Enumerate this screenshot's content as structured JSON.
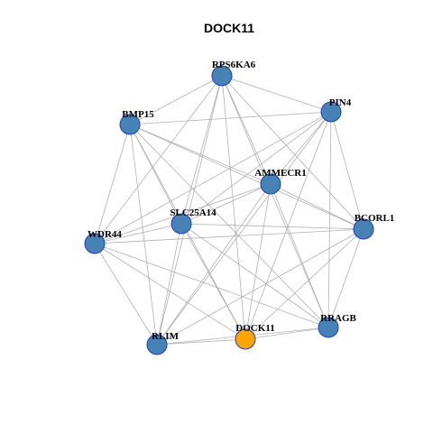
{
  "graph": {
    "title": "DOCK11",
    "colors": {
      "default_node": "#4682B4",
      "highlight_node": "#FFA500",
      "node_border": "#1F3FBF",
      "edge": "#B0B0B0"
    },
    "nodes": [
      {
        "id": "RPS6KA6",
        "label": "RPS6KA6",
        "highlight": false
      },
      {
        "id": "PIN4",
        "label": "PIN4",
        "highlight": false
      },
      {
        "id": "BMP15",
        "label": "BMP15",
        "highlight": false
      },
      {
        "id": "AMMECR1",
        "label": "AMMECR1",
        "highlight": false
      },
      {
        "id": "SLC25A14",
        "label": "SLC25A14",
        "highlight": false
      },
      {
        "id": "BCORL1",
        "label": "BCORL1",
        "highlight": false
      },
      {
        "id": "WDR44",
        "label": "WDR44",
        "highlight": false
      },
      {
        "id": "RRAGB",
        "label": "RRAGB",
        "highlight": false
      },
      {
        "id": "DOCK11",
        "label": "DOCK11",
        "highlight": true
      },
      {
        "id": "RLIM",
        "label": "RLIM",
        "highlight": false
      }
    ],
    "edges": [
      [
        "RPS6KA6",
        "PIN4"
      ],
      [
        "RPS6KA6",
        "BMP15"
      ],
      [
        "RPS6KA6",
        "AMMECR1"
      ],
      [
        "RPS6KA6",
        "SLC25A14"
      ],
      [
        "RPS6KA6",
        "BCORL1"
      ],
      [
        "RPS6KA6",
        "WDR44"
      ],
      [
        "RPS6KA6",
        "RRAGB"
      ],
      [
        "RPS6KA6",
        "DOCK11"
      ],
      [
        "RPS6KA6",
        "RLIM"
      ],
      [
        "PIN4",
        "BMP15"
      ],
      [
        "PIN4",
        "AMMECR1"
      ],
      [
        "PIN4",
        "SLC25A14"
      ],
      [
        "PIN4",
        "BCORL1"
      ],
      [
        "PIN4",
        "WDR44"
      ],
      [
        "PIN4",
        "RRAGB"
      ],
      [
        "PIN4",
        "DOCK11"
      ],
      [
        "PIN4",
        "RLIM"
      ],
      [
        "BMP15",
        "AMMECR1"
      ],
      [
        "BMP15",
        "SLC25A14"
      ],
      [
        "BMP15",
        "BCORL1"
      ],
      [
        "BMP15",
        "WDR44"
      ],
      [
        "BMP15",
        "RRAGB"
      ],
      [
        "BMP15",
        "DOCK11"
      ],
      [
        "BMP15",
        "RLIM"
      ],
      [
        "AMMECR1",
        "SLC25A14"
      ],
      [
        "AMMECR1",
        "BCORL1"
      ],
      [
        "AMMECR1",
        "WDR44"
      ],
      [
        "AMMECR1",
        "RRAGB"
      ],
      [
        "AMMECR1",
        "DOCK11"
      ],
      [
        "AMMECR1",
        "RLIM"
      ],
      [
        "SLC25A14",
        "BCORL1"
      ],
      [
        "SLC25A14",
        "WDR44"
      ],
      [
        "SLC25A14",
        "RRAGB"
      ],
      [
        "SLC25A14",
        "DOCK11"
      ],
      [
        "SLC25A14",
        "RLIM"
      ],
      [
        "BCORL1",
        "WDR44"
      ],
      [
        "BCORL1",
        "RRAGB"
      ],
      [
        "BCORL1",
        "DOCK11"
      ],
      [
        "BCORL1",
        "RLIM"
      ],
      [
        "WDR44",
        "RRAGB"
      ],
      [
        "WDR44",
        "DOCK11"
      ],
      [
        "WDR44",
        "RLIM"
      ],
      [
        "RRAGB",
        "DOCK11"
      ],
      [
        "RRAGB",
        "RLIM"
      ],
      [
        "DOCK11",
        "RLIM"
      ]
    ]
  }
}
